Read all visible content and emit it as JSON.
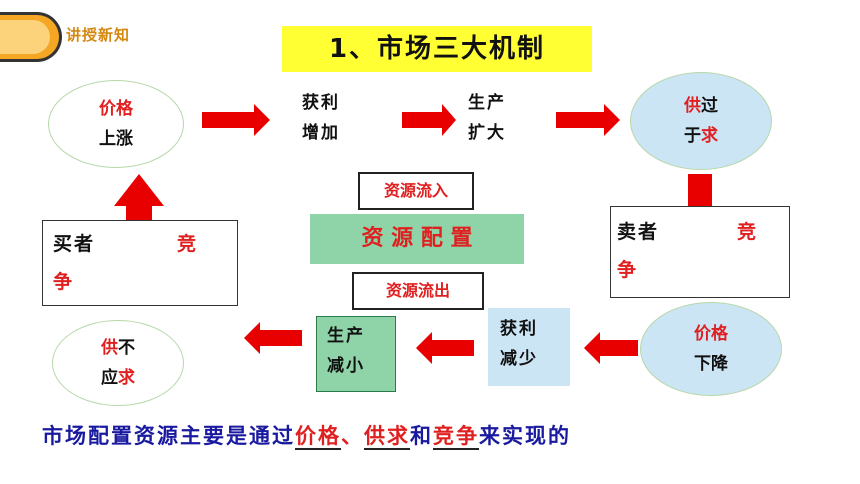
{
  "header": {
    "section_tag": "讲授新知",
    "title": "1、市场三大机制"
  },
  "nodes": {
    "price_up": [
      "价格",
      "上涨"
    ],
    "profit_up": [
      "获利",
      "增加"
    ],
    "prod_up": [
      "生产",
      "扩大"
    ],
    "supply_over": {
      "a": "供",
      "b": "过",
      "c": "于",
      "d": "求"
    },
    "seller": {
      "a": "卖者",
      "b": "竞",
      "c": "争"
    },
    "price_down": [
      "价格",
      "下降"
    ],
    "profit_down": [
      "获利",
      "减少"
    ],
    "prod_down": [
      "生产",
      "减小"
    ],
    "supply_short": {
      "a": "供",
      "b": "不",
      "c": "应",
      "d": "求"
    },
    "buyer": {
      "a": "买者",
      "b": "竞",
      "c": "争"
    }
  },
  "center": {
    "flow_in": "资源流入",
    "allocation": "资 源 配 置",
    "flow_out": "资源流出"
  },
  "conclusion": {
    "p1": "市场配置资源主要是通过",
    "h1": "价格",
    "p2": "、",
    "h2": "供求",
    "p3": "和",
    "h3": "竞争",
    "p4": "来实现的"
  },
  "colors": {
    "accent_red": "#e02020",
    "title_bg": "#ffff33",
    "bubble_blue": "#cce5f5",
    "green_box": "#8fd4a8",
    "navy_text": "#1a1aa0"
  }
}
